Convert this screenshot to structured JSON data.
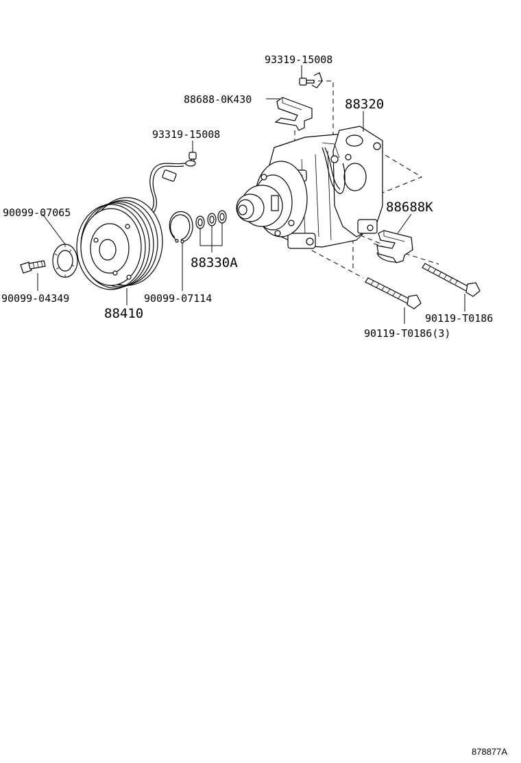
{
  "labels": {
    "bolt_top": "93319-15008",
    "bracket_top": "88688-0K430",
    "compressor": "88320",
    "bolt_wire": "93319-15008",
    "plate_washer": "90099-07065",
    "bolt_left": "90099-04349",
    "clutch": "88410",
    "snap_ring": "90099-07114",
    "o_rings": "88330A",
    "bracket_right": "88688K",
    "long_bolt_right": "90119-T0186",
    "long_bolt_bottom": "90119-T0186(3)"
  },
  "footer": {
    "ref_code": "878877A"
  }
}
